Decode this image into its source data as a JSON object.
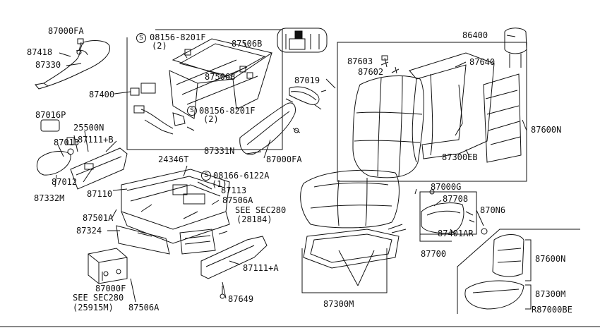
{
  "labels": {
    "p87000FA_top": "87000FA",
    "p87418": "87418",
    "p87330": "87330",
    "p08156_a": "08156-8201F",
    "p08156_a_qty": "(2)",
    "p87506B_a": "87506B",
    "p87506B_b": "87506B",
    "p87400": "87400",
    "p08156_b": "08156-8201F",
    "p08156_b_qty": "(2)",
    "p87019": "87019",
    "p86400": "86400",
    "p87603": "87603",
    "p87602": "87602",
    "p87640": "87640",
    "p87600N_a": "87600N",
    "p87300EB": "87300EB",
    "p87016P": "87016P",
    "p25500N": "25500N",
    "p87111B": "87111+B",
    "p87013": "87013",
    "p87012": "87012",
    "p87332M": "87332M",
    "p87331N": "87331N",
    "p87000FA_mid": "87000FA",
    "p24346T": "24346T",
    "p08166": "08166-6122A",
    "p08166_qty": "(1)",
    "p87113": "87113",
    "p87110": "87110",
    "p87506A_a": "87506A",
    "p87501A": "87501A",
    "p87324": "87324",
    "see_sec_a": "SEE SEC280",
    "see_sec_a_ref": "(28184)",
    "p87000G": "87000G",
    "p87708": "87708",
    "p870N6": "870N6",
    "p87401AR": "87401AR",
    "p87700": "87700",
    "p87111A": "87111+A",
    "p87000F": "87000F",
    "see_sec_b": "SEE SEC280",
    "see_sec_b_ref": "(25915M)",
    "p87506A_b": "87506A",
    "p87649": "87649",
    "p87300M_a": "87300M",
    "p87600N_b": "87600N",
    "p87300M_b": "87300M",
    "diagram_code": "R87000BE"
  },
  "symbols": {
    "bolt_symbol": "S"
  },
  "colors": {
    "ink": "#111111",
    "paper": "#ffffff"
  }
}
